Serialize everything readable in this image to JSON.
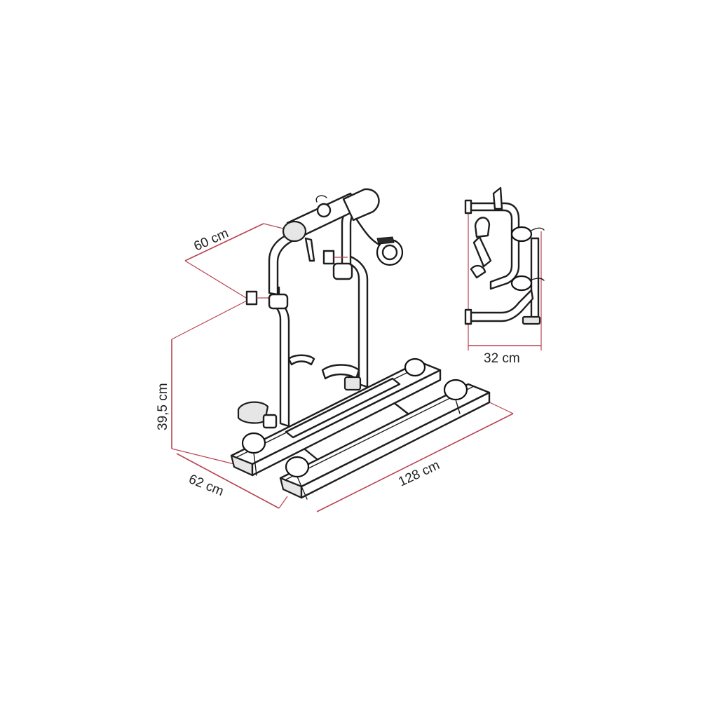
{
  "dimensions": {
    "depth_arm": "60 cm",
    "height": "39,5 cm",
    "width_depth": "62 cm",
    "rail_length": "128 cm",
    "side_depth": "32 cm"
  },
  "colors": {
    "dimension_line": "#b8434f",
    "outline": "#1e1e1e"
  }
}
